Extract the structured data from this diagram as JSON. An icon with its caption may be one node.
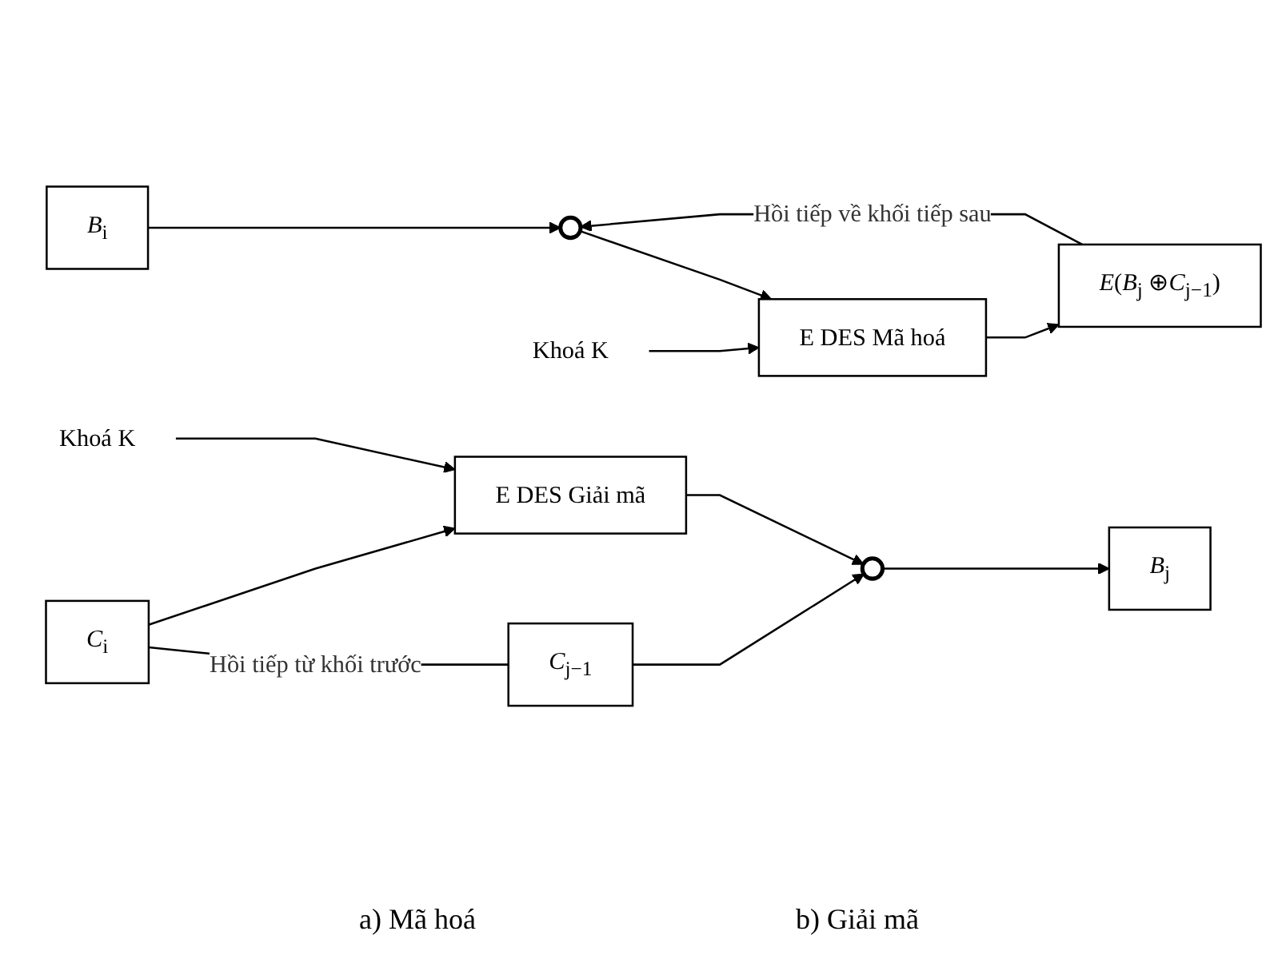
{
  "diagram": {
    "nodes": [
      {
        "text": [
          "*B*$_{i}$"
        ]
      },
      {
        "text": [],
        "shape": "circle"
      },
      {
        "text": [
          "E DES Mã hoá"
        ]
      },
      {
        "text": [
          "*E*(*B*$_{j}$ ⊕*C*$_{j−1}$)"
        ]
      },
      {
        "text": [
          "Khoá K"
        ]
      },
      {
        "text": [
          "*C*$_{i}$"
        ]
      },
      {
        "text": [
          "E DES Giải mã"
        ]
      },
      {
        "text": [
          "*C*$_{j−1}$"
        ]
      },
      {
        "text": [],
        "shape": "circle"
      },
      {
        "text": [
          "*B*$_{j}$"
        ]
      },
      {
        "text": [
          "Khoá K"
        ]
      }
    ],
    "edges": [
      {
        "from": 0,
        "to": 1,
        "arrow": "to"
      },
      {
        "from": 1,
        "to": 2,
        "arrow": "to"
      },
      {
        "from": 4,
        "to": 2,
        "arrow": "to"
      },
      {
        "from": 2,
        "to": 3,
        "arrow": "to"
      },
      {
        "from": 3,
        "to": 1,
        "arrow": "to",
        "label": "Hồi tiếp về khối tiếp sau"
      },
      {
        "from": 5,
        "to": 7,
        "arrow": "none",
        "label": "Hồi tiếp từ khối trước"
      },
      {
        "from": 5,
        "to": 6,
        "arrow": "to"
      },
      {
        "from": 10,
        "to": 6,
        "arrow": "to"
      },
      {
        "from": 6,
        "to": 8,
        "arrow": "to"
      },
      {
        "from": 7,
        "to": 8,
        "arrow": "to"
      },
      {
        "from": 8,
        "to": 9,
        "arrow": "to"
      }
    ],
    "labels": [
      "a) Mã hoá",
      "b) Giải mã"
    ]
  }
}
